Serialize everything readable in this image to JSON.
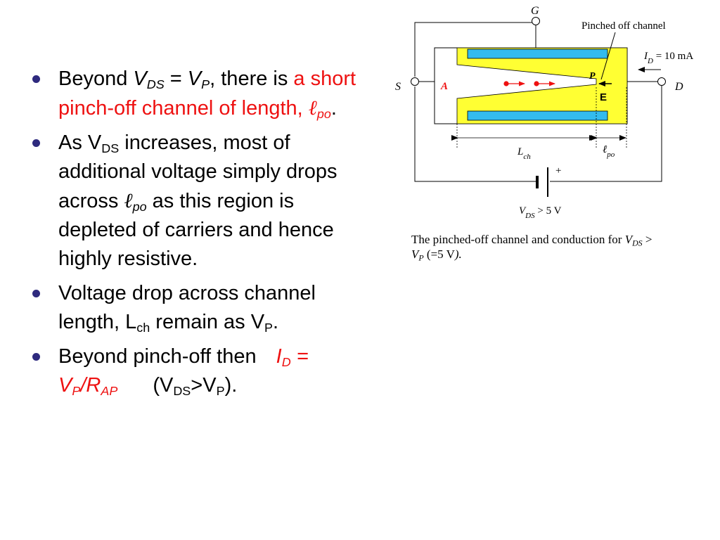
{
  "bullets": [
    {
      "pre": "Beyond ",
      "v1": "V",
      "v1_sub": "DS",
      "eq": " = ",
      "v2": "V",
      "v2_sub": "P",
      "mid": ", there is ",
      "red_text": "a short pinch-off channel of length, ",
      "ell": "ℓ",
      "ell_sub": "po",
      "end": "."
    },
    {
      "t1": "As V",
      "t1_sub": "DS",
      "t2": " increases, most of additional voltage simply drops across ",
      "ell": "ℓ",
      "ell_sub": "po",
      "t3": " as this region is depleted of carriers and hence highly resistive."
    },
    {
      "t1": "Voltage drop across channel length, L",
      "t1_sub": "ch",
      "t2": " remain as V",
      "t2_sub": "P",
      "t3": "."
    },
    {
      "t1": "Beyond pinch-off then",
      "i_label": "I",
      "i_sub": "D",
      "eq": " = ",
      "v": "V",
      "v_sub": "P",
      "slash": "/R",
      "r_sub": "AP",
      "p_open": "(V",
      "p_sub1": "DS",
      "p_mid": ">V",
      "p_sub2": "P",
      "p_close": ")."
    }
  ],
  "diagram": {
    "gate_label": "G",
    "source_label": "S",
    "drain_label": "D",
    "pinched_label": "Pinched off channel",
    "id_label_i": "I",
    "id_label_sub": "D",
    "id_label_val": " = 10 mA",
    "point_a": "A",
    "point_p": "P",
    "field_label": "E",
    "lch_label": "L",
    "lch_sub": "ch",
    "lpo_label": "ℓ",
    "lpo_sub": "po",
    "plus_label": "+",
    "vds_label": "V",
    "vds_sub": "DS",
    "vds_val": " > 5 V",
    "colors": {
      "channel_fill": "#ffff33",
      "gate_fill": "#33bbee",
      "field_red": "#ee1111"
    }
  },
  "caption": {
    "text1": "The pinched-off channel and conduction for ",
    "v1": "V",
    "v1_sub": "DS",
    "text2": " >",
    "v2": "V",
    "v2_sub": "P",
    "text3": " (=5 V",
    "text4": ")."
  }
}
